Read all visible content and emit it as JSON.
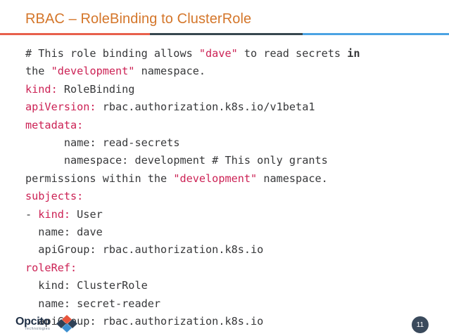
{
  "slide": {
    "title": "RBAC – RoleBinding to ClusterRole",
    "page_number": "11"
  },
  "divider": {
    "segment_colors": [
      "#E8604C",
      "#37474F",
      "#4BA3E3"
    ]
  },
  "theme": {
    "title_color": "#D4762A",
    "code_text_color": "#37383A",
    "code_accent_color": "#CC2255",
    "badge_color": "#3A4A5C",
    "background": "#FFFFFF"
  },
  "code": {
    "language": "yaml",
    "lines": [
      {
        "id": "line-1",
        "tokens": [
          {
            "t": "# This role binding allows ",
            "k": "plain"
          },
          {
            "t": "\"dave\"",
            "k": "str"
          },
          {
            "t": " to read secrets ",
            "k": "plain"
          },
          {
            "t": "in",
            "k": "bold"
          }
        ]
      },
      {
        "id": "line-2",
        "tokens": [
          {
            "t": "the ",
            "k": "plain"
          },
          {
            "t": "\"development\"",
            "k": "str"
          },
          {
            "t": " namespace.",
            "k": "plain"
          }
        ]
      },
      {
        "id": "line-3",
        "tokens": [
          {
            "t": "kind:",
            "k": "key"
          },
          {
            "t": " RoleBinding",
            "k": "plain"
          }
        ]
      },
      {
        "id": "line-4",
        "tokens": [
          {
            "t": "apiVersion:",
            "k": "key"
          },
          {
            "t": " rbac.authorization.k8s.io/v1beta1",
            "k": "plain"
          }
        ]
      },
      {
        "id": "line-5",
        "tokens": [
          {
            "t": "metadata:",
            "k": "key"
          }
        ]
      },
      {
        "id": "line-6",
        "tokens": [
          {
            "t": "      name: read-secrets",
            "k": "plain"
          }
        ]
      },
      {
        "id": "line-7",
        "tokens": [
          {
            "t": "      namespace: development # This only grants",
            "k": "plain"
          }
        ]
      },
      {
        "id": "line-8",
        "tokens": [
          {
            "t": "permissions within the ",
            "k": "plain"
          },
          {
            "t": "\"development\"",
            "k": "str"
          },
          {
            "t": " namespace.",
            "k": "plain"
          }
        ]
      },
      {
        "id": "line-9",
        "tokens": [
          {
            "t": "subjects:",
            "k": "key"
          }
        ]
      },
      {
        "id": "line-10",
        "tokens": [
          {
            "t": "- ",
            "k": "plain"
          },
          {
            "t": "kind:",
            "k": "key"
          },
          {
            "t": " User",
            "k": "plain"
          }
        ]
      },
      {
        "id": "line-11",
        "tokens": [
          {
            "t": "  name: dave",
            "k": "plain"
          }
        ]
      },
      {
        "id": "line-12",
        "tokens": [
          {
            "t": "  apiGroup: rbac.authorization.k8s.io",
            "k": "plain"
          }
        ]
      },
      {
        "id": "line-13",
        "tokens": [
          {
            "t": "roleRef:",
            "k": "key"
          }
        ]
      },
      {
        "id": "line-14",
        "tokens": [
          {
            "t": "  kind: ClusterRole",
            "k": "plain"
          }
        ]
      },
      {
        "id": "line-15",
        "tokens": [
          {
            "t": "  name: secret-reader",
            "k": "plain"
          }
        ]
      },
      {
        "id": "line-16",
        "tokens": [
          {
            "t": "  apiGroup: rbac.authorization.k8s.io",
            "k": "plain"
          }
        ]
      }
    ]
  },
  "logo": {
    "wordmark": "Opcito",
    "tagline": "Technologies",
    "mark_colors": {
      "top": "#E8553C",
      "left": "#2F4156",
      "right": "#2F4156",
      "bottom": "#3C8FD0"
    }
  }
}
